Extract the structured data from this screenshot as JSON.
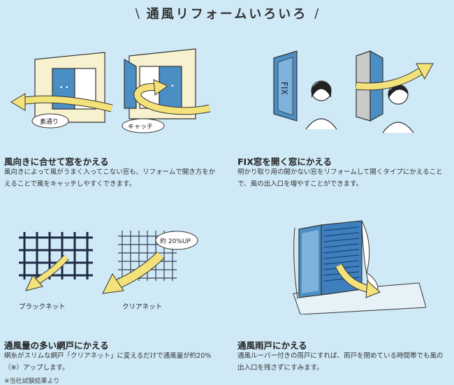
{
  "header": {
    "slash_left": "\\",
    "title": "通風リフォームいろいろ",
    "slash_right": "/"
  },
  "cells": [
    {
      "title": "風向きに合せて窓をかえる",
      "description": "風向きによって風がうまく入ってこない窓も、リフォームで開き方をかえることで風をキャッチしやすくできます。",
      "labels": [
        "素通り",
        "キャッチ"
      ]
    },
    {
      "title": "FIX窓を開く窓にかえる",
      "description": "明かり取り用の開かない窓をリフォームして開くタイプにかえることで、風の出入口を増やすことができます。",
      "labels": [
        "FIX"
      ]
    },
    {
      "title": "通風量の多い網戸にかえる",
      "description": "網糸がスリムな網戸「クリアネット」に変えるだけで通風量が約20%（※）アップします。",
      "note": "※当社試験結果より",
      "labels": [
        "ブラックネット",
        "クリアネット",
        "約 20%UP"
      ]
    },
    {
      "title": "通風雨戸にかえる",
      "description": "通風ルーバー付きの雨戸にすれば、雨戸を閉めている時間帯でも風の出入口を残さずにすみます。",
      "labels": []
    }
  ],
  "colors": {
    "background": "#cfe9f6",
    "arrow": "#f3e27a",
    "window_blue": "#4a8ec4",
    "wall": "#f7f1cf"
  }
}
